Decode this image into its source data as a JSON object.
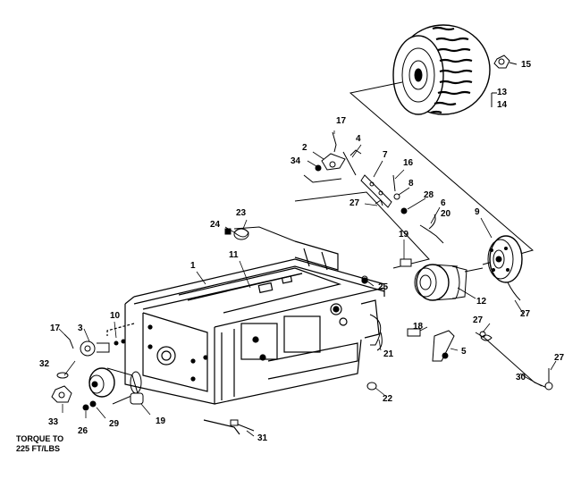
{
  "callouts": {
    "c1": "1",
    "c2": "2",
    "c3": "3",
    "c4": "4",
    "c5": "5",
    "c6_20": "6\n20",
    "c6": "6",
    "c20": "20",
    "c7": "7",
    "c8": "8",
    "c9": "9",
    "c10": "10",
    "c11": "11",
    "c12": "12",
    "c13": "13",
    "c14": "14",
    "c15": "15",
    "c16": "16",
    "c17a": "17",
    "c17b": "17",
    "c18": "18",
    "c19a": "19",
    "c19b": "19",
    "c21": "21",
    "c22": "22",
    "c23": "23",
    "c24": "24",
    "c25": "25",
    "c26": "26",
    "c27a": "27",
    "c27b": "27",
    "c27c": "27",
    "c27d": "27",
    "c28": "28",
    "c29": "29",
    "c30": "30",
    "c31": "31",
    "c32": "32",
    "c33": "33",
    "c34": "34"
  },
  "torque_note": {
    "line1": "TORQUE TO",
    "line2": "225 FT/LBS"
  },
  "colors": {
    "ink": "#000000",
    "paper": "#ffffff"
  }
}
